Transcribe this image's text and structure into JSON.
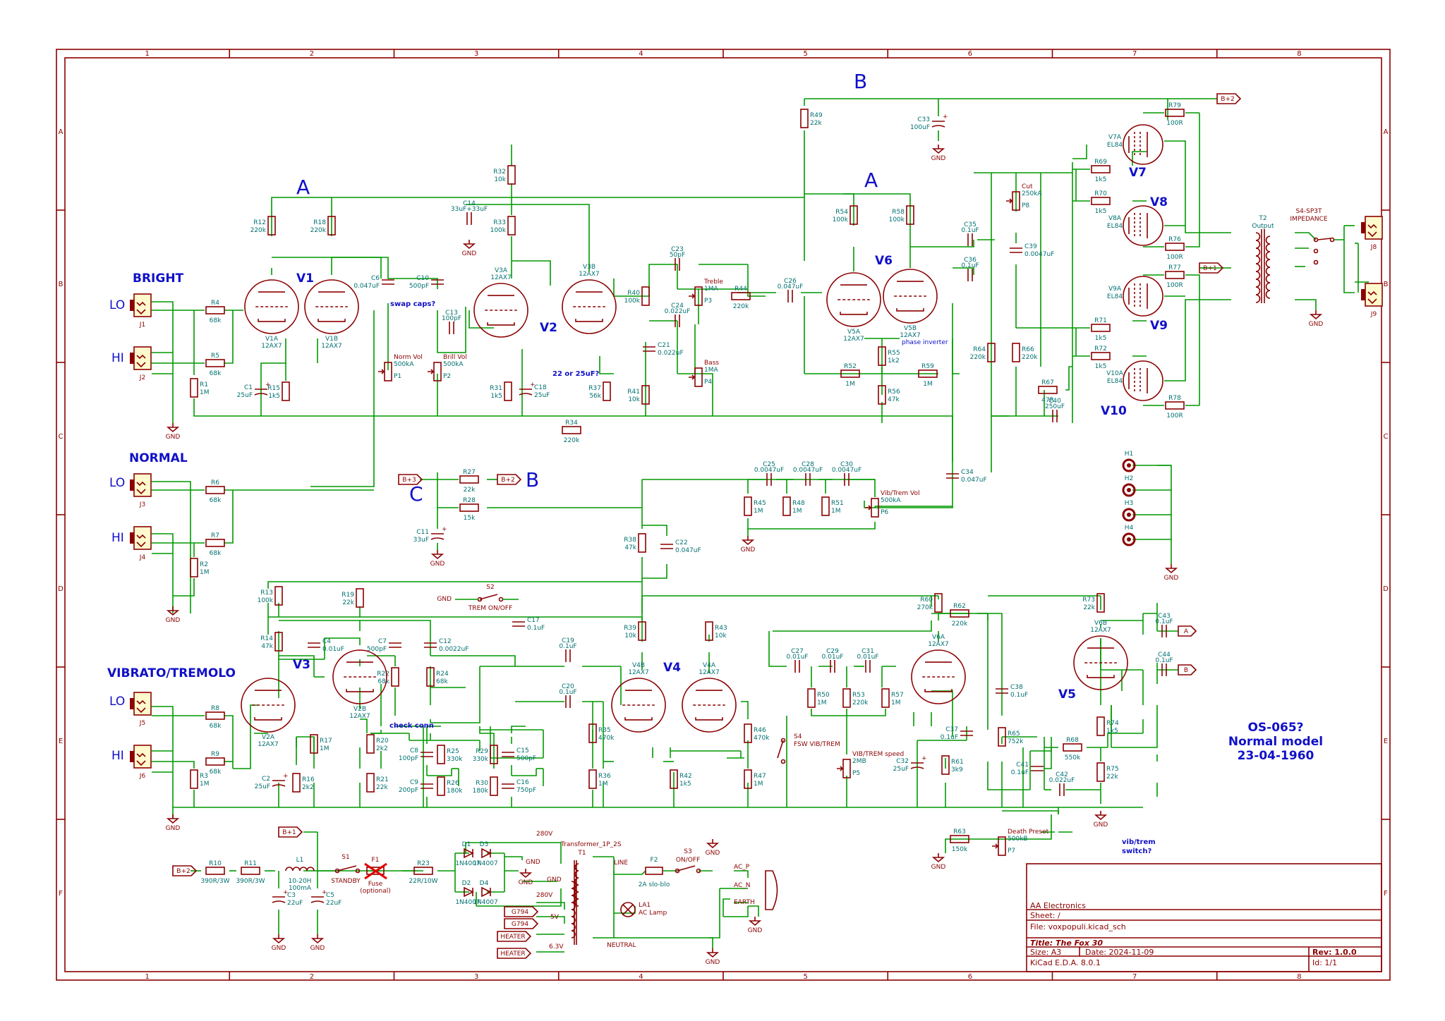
{
  "sections": {
    "bright": "BRIGHT",
    "normal": "NORMAL",
    "vibrato": "VIBRATO/TREMOLO",
    "lo": "LO",
    "hi": "HI"
  },
  "nets": {
    "a": "A",
    "b": "B",
    "c": "C"
  },
  "net_labels": {
    "bplus1": "B+1",
    "bplus2": "B+2",
    "bplus3": "B+3",
    "a": "A",
    "b": "B",
    "gnd": "GND",
    "heater": "HEATER",
    "g794": "G794"
  },
  "tubes": {
    "v1": "V1",
    "v2": "V2",
    "v3": "V3",
    "v4": "V4",
    "v5": "V5",
    "v6": "V6",
    "v7": "V7",
    "v8": "V8",
    "v9": "V9",
    "v10": "V10",
    "v1a": "V1A",
    "v1b": "V1B",
    "v3a": "V3A",
    "v3b": "V3B",
    "v5a": "V5A",
    "v5b": "V5B",
    "v2a": "V2A",
    "v2b": "V2B",
    "v4a": "V4A",
    "v4b": "V4B",
    "v6a": "V6A",
    "v6b": "V6B",
    "v7a": "V7A",
    "v8a": "V8A",
    "v9a": "V9A",
    "v10a": "V10A",
    "type_12ax7": "12AX7",
    "type_el84": "EL84"
  },
  "components": [
    {
      "ref": "R4",
      "val": "68k"
    },
    {
      "ref": "R5",
      "val": "68k"
    },
    {
      "ref": "R1",
      "val": "1M"
    },
    {
      "ref": "R12",
      "val": "220k"
    },
    {
      "ref": "R18",
      "val": "220k"
    },
    {
      "ref": "R15",
      "val": "1k5"
    },
    {
      "ref": "C1",
      "val": "25uF"
    },
    {
      "ref": "C6",
      "val": "0.047uF"
    },
    {
      "ref": "C10",
      "val": "500pF"
    },
    {
      "ref": "C13",
      "val": "100pF"
    },
    {
      "ref": "C14",
      "val": "33uF+33uF"
    },
    {
      "ref": "R32",
      "val": "10k"
    },
    {
      "ref": "R33",
      "val": "100k"
    },
    {
      "ref": "R31",
      "val": "1k5"
    },
    {
      "ref": "C18",
      "val": "25uF"
    },
    {
      "ref": "R37",
      "val": "56k"
    },
    {
      "ref": "C23",
      "val": "50pF"
    },
    {
      "ref": "C24",
      "val": "0.022uF"
    },
    {
      "ref": "C21",
      "val": "0.022uF"
    },
    {
      "ref": "R40",
      "val": "100k"
    },
    {
      "ref": "R41",
      "val": "10k"
    },
    {
      "ref": "R44",
      "val": "220k"
    },
    {
      "ref": "C26",
      "val": "0.047uF"
    },
    {
      "ref": "R49",
      "val": "22k"
    },
    {
      "ref": "R54",
      "val": "100k"
    },
    {
      "ref": "R58",
      "val": "100k"
    },
    {
      "ref": "R52",
      "val": "1M"
    },
    {
      "ref": "R55",
      "val": "1k2"
    },
    {
      "ref": "R56",
      "val": "47k"
    },
    {
      "ref": "R59",
      "val": "1M"
    },
    {
      "ref": "C33",
      "val": "100uF"
    },
    {
      "ref": "C35",
      "val": "0.1uF"
    },
    {
      "ref": "C36",
      "val": "0.1uF"
    },
    {
      "ref": "C39",
      "val": "0.0047uF"
    },
    {
      "ref": "R64",
      "val": "220k"
    },
    {
      "ref": "R66",
      "val": "220k"
    },
    {
      "ref": "R67",
      "val": "47R"
    },
    {
      "ref": "C40",
      "val": "250uF"
    },
    {
      "ref": "R34",
      "val": "220k"
    },
    {
      "ref": "R79",
      "val": "100R"
    },
    {
      "ref": "R69",
      "val": "1k5"
    },
    {
      "ref": "R70",
      "val": "1k5"
    },
    {
      "ref": "R76",
      "val": "100R"
    },
    {
      "ref": "R77",
      "val": "100R"
    },
    {
      "ref": "R71",
      "val": "1k5"
    },
    {
      "ref": "R72",
      "val": "1k5"
    },
    {
      "ref": "R78",
      "val": "100R"
    },
    {
      "ref": "R6",
      "val": "68k"
    },
    {
      "ref": "R7",
      "val": "68k"
    },
    {
      "ref": "R2",
      "val": "1M"
    },
    {
      "ref": "R27",
      "val": "22k"
    },
    {
      "ref": "R28",
      "val": "15k"
    },
    {
      "ref": "C11",
      "val": "33uF"
    },
    {
      "ref": "C25",
      "val": "0.0047uF"
    },
    {
      "ref": "C28",
      "val": "0.0047uF"
    },
    {
      "ref": "C30",
      "val": "0.0047uF"
    },
    {
      "ref": "R45",
      "val": "1M"
    },
    {
      "ref": "R48",
      "val": "1M"
    },
    {
      "ref": "R51",
      "val": "1M"
    },
    {
      "ref": "C34",
      "val": "0.047uF"
    },
    {
      "ref": "R38",
      "val": "47k"
    },
    {
      "ref": "C22",
      "val": "0.047uF"
    },
    {
      "ref": "R13",
      "val": "100k"
    },
    {
      "ref": "R19",
      "val": "22k"
    },
    {
      "ref": "R14",
      "val": "47k"
    },
    {
      "ref": "C4",
      "val": "0.01uF"
    },
    {
      "ref": "C7",
      "val": "500pF"
    },
    {
      "ref": "C12",
      "val": "0.0022uF"
    },
    {
      "ref": "C17",
      "val": "0.1uF"
    },
    {
      "ref": "C19",
      "val": "0.1uF"
    },
    {
      "ref": "C20",
      "val": "0.1uF"
    },
    {
      "ref": "R22",
      "val": "68k"
    },
    {
      "ref": "R24",
      "val": "68k"
    },
    {
      "ref": "R39",
      "val": "10k"
    },
    {
      "ref": "R43",
      "val": "10k"
    },
    {
      "ref": "R8",
      "val": "68k"
    },
    {
      "ref": "R9",
      "val": "68k"
    },
    {
      "ref": "R3",
      "val": "1M"
    },
    {
      "ref": "R17",
      "val": "1M"
    },
    {
      "ref": "R20",
      "val": "2k2"
    },
    {
      "ref": "R16",
      "val": "2k2"
    },
    {
      "ref": "C2",
      "val": "25uF"
    },
    {
      "ref": "R21",
      "val": "22k"
    },
    {
      "ref": "C8",
      "val": "100pF"
    },
    {
      "ref": "R25",
      "val": "330k"
    },
    {
      "ref": "C9",
      "val": "200pF"
    },
    {
      "ref": "R26",
      "val": "180k"
    },
    {
      "ref": "R29",
      "val": "330k"
    },
    {
      "ref": "C15",
      "val": "500pF"
    },
    {
      "ref": "R30",
      "val": "180k"
    },
    {
      "ref": "C16",
      "val": "750pF"
    },
    {
      "ref": "R35",
      "val": "470k"
    },
    {
      "ref": "R36",
      "val": "1M"
    },
    {
      "ref": "R42",
      "val": "1k5"
    },
    {
      "ref": "R46",
      "val": "470k"
    },
    {
      "ref": "R47",
      "val": "1M"
    },
    {
      "ref": "R60",
      "val": "270k"
    },
    {
      "ref": "R62",
      "val": "220k"
    },
    {
      "ref": "C27",
      "val": "0.01uF"
    },
    {
      "ref": "C29",
      "val": "0.01uF"
    },
    {
      "ref": "C31",
      "val": "0.01uF"
    },
    {
      "ref": "R50",
      "val": "1M"
    },
    {
      "ref": "R53",
      "val": "220k"
    },
    {
      "ref": "R57",
      "val": "1M"
    },
    {
      "ref": "C32",
      "val": "25uF"
    },
    {
      "ref": "R61",
      "val": "3k9"
    },
    {
      "ref": "C37",
      "val": "0.1uF"
    },
    {
      "ref": "C38",
      "val": "0.1uF"
    },
    {
      "ref": "R65",
      "val": "752k"
    },
    {
      "ref": "R73",
      "val": "22k"
    },
    {
      "ref": "C43",
      "val": "0.1uF"
    },
    {
      "ref": "C44",
      "val": "0.1uF"
    },
    {
      "ref": "R74",
      "val": "1k5"
    },
    {
      "ref": "R68",
      "val": "550k"
    },
    {
      "ref": "R75",
      "val": "22k"
    },
    {
      "ref": "C41",
      "val": "0.1uF"
    },
    {
      "ref": "C42",
      "val": "0.022uF"
    },
    {
      "ref": "R63",
      "val": "150k"
    },
    {
      "ref": "R10",
      "val": "390R/3W"
    },
    {
      "ref": "R11",
      "val": "390R/3W"
    },
    {
      "ref": "L1",
      "val": "10-20H"
    },
    {
      "ref": "C3",
      "val": "22uF"
    },
    {
      "ref": "C5",
      "val": "22uF"
    },
    {
      "ref": "R23",
      "val": "22R/10W"
    },
    {
      "ref": "F2",
      "val": "2A slo-blo"
    }
  ],
  "pots": {
    "p1_ref": "P1",
    "p1_name": "Norm Vol",
    "p1_val": "500kA",
    "p2_ref": "P2",
    "p2_name": "Brill Vol",
    "p2_val": "500kA",
    "p3_ref": "P3",
    "p3_name": "Treble",
    "p3_val": "1MA",
    "p4_ref": "P4",
    "p4_name": "Bass",
    "p4_val": "1MA",
    "p5_ref": "P5",
    "p5_name": "VIB/TREM speed",
    "p5_val": "2MB",
    "p6_ref": "P6",
    "p6_name": "Vib/Trem Vol",
    "p6_val": "500kA",
    "p7_ref": "P7",
    "p7_name": "Death Preset",
    "p7_val": "500kB",
    "p8_ref": "P8",
    "p8_name": "Cut",
    "p8_val": "250kA"
  },
  "jacks": {
    "j1": "J1",
    "j2": "J2",
    "j3": "J3",
    "j4": "J4",
    "j5": "J5",
    "j6": "J6",
    "j8": "J8",
    "j9": "J9"
  },
  "switches": {
    "s1": "S1",
    "s1_name": "STANDBY",
    "s2": "S2",
    "s2_name": "TREM ON/OFF",
    "s3": "S3",
    "s3_name": "ON/OFF",
    "s4": "S4",
    "s4_name": "FSW VIB/TREM",
    "f1": "F1",
    "f1_name": "Fuse",
    "f1_note": "(optional)"
  },
  "output": {
    "t2": "T2",
    "t2_name": "Output",
    "imp_name": "S4-SP3T",
    "imp_label": "IMPEDANCE"
  },
  "transformer": {
    "t1": "T1",
    "t1_name": "Transformer_1P_2S",
    "line": "LINE",
    "neutral": "NEUTRAL",
    "v280a": "280V",
    "v280b": "280V",
    "v5": "5V",
    "v63": "6.3V",
    "la1": "LA1",
    "la1_name": "AC Lamp",
    "acp": "AC_P",
    "acn": "AC_N",
    "earth": "EARTH"
  },
  "diodes": {
    "d1": "D1",
    "d2": "D2",
    "d3": "D3",
    "d4": "D4",
    "type": "1N4007"
  },
  "holes": [
    "H1",
    "H2",
    "H3",
    "H4"
  ],
  "notes": {
    "swap_caps": "swap caps?",
    "c18_note": "22 or 25uF?",
    "check_conn": "check conn",
    "phase_inv": "phase inverter",
    "vib_switch_a": "vib/trem",
    "vib_switch_b": "switch?"
  },
  "model": {
    "line1": "OS-065?",
    "line2": "Normal model",
    "line3": "23-04-1960"
  },
  "title_block": {
    "company": "AA Electronics",
    "sheet": "Sheet: /",
    "file": "File: voxpopuli.kicad_sch",
    "title": "Title: The Fox 30",
    "size": "Size: A3",
    "date": "Date: 2024-11-09",
    "rev": "Rev: 1.0.0",
    "tool": "KiCad E.D.A. 8.0.1",
    "id": "Id: 1/1"
  },
  "border": {
    "cols": [
      "1",
      "2",
      "3",
      "4",
      "5",
      "6",
      "7",
      "8"
    ],
    "rows": [
      "A",
      "B",
      "C",
      "D",
      "E",
      "F"
    ]
  }
}
